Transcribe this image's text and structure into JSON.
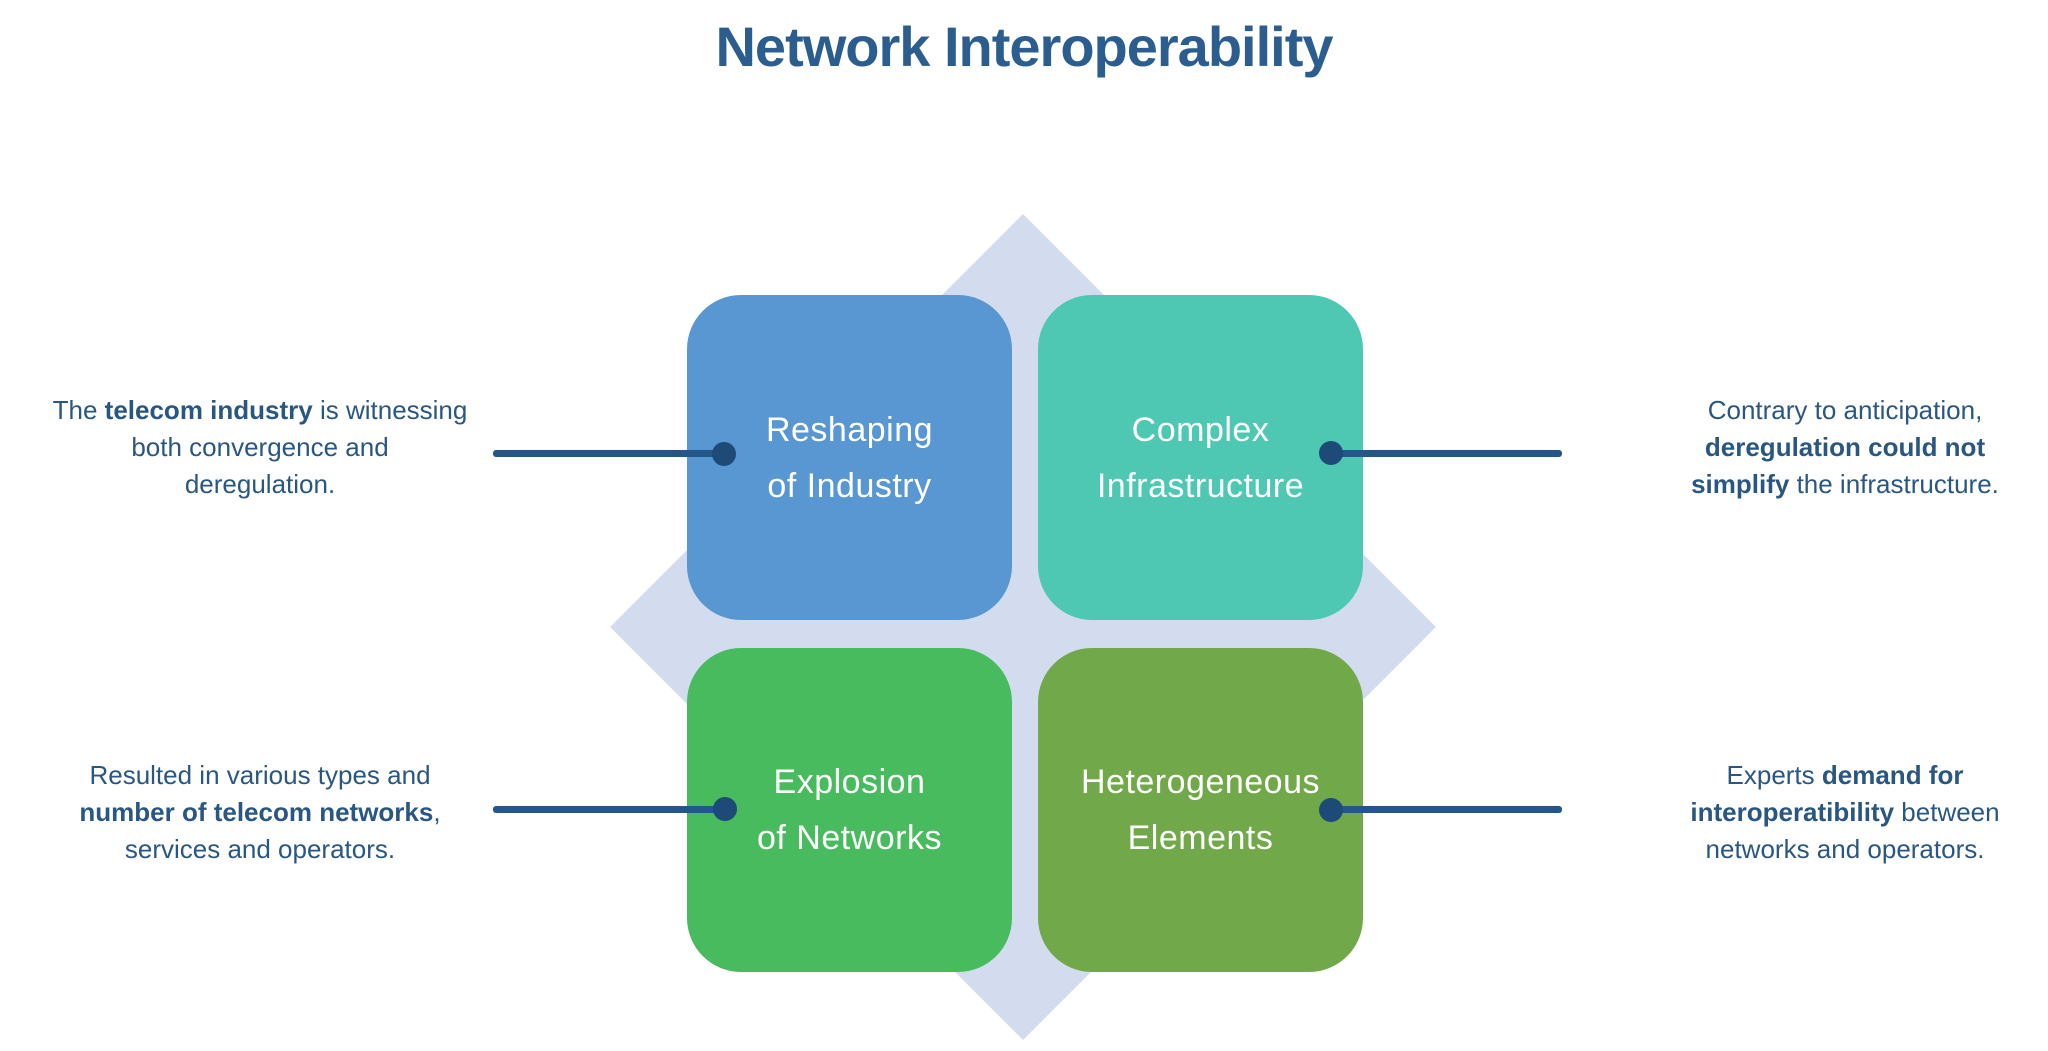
{
  "title": "Network Interoperability",
  "colors": {
    "title_text": "#2c5d8f",
    "note_text": "#2a5782",
    "diamond": "#d3dcee",
    "connector_line": "#24568a",
    "connector_dot": "#1d4a77",
    "box_blue": "#5997d3",
    "box_teal": "#4ec7b3",
    "box_green": "#47bb5d",
    "box_olive": "#71a94a",
    "box_label_text": "#ffffff"
  },
  "diagram": {
    "boxes": [
      {
        "id": "reshaping-of-industry",
        "position": "top-left",
        "color": "#5997d3",
        "label_lines": [
          "Reshaping",
          "of Industry"
        ]
      },
      {
        "id": "complex-infrastructure",
        "position": "top-right",
        "color": "#4ec7b3",
        "label_lines": [
          "Complex",
          "Infrastructure"
        ]
      },
      {
        "id": "explosion-of-networks",
        "position": "bottom-left",
        "color": "#47bb5d",
        "label_lines": [
          "Explosion",
          "of Networks"
        ]
      },
      {
        "id": "heterogeneous-elements",
        "position": "bottom-right",
        "color": "#71a94a",
        "label_lines": [
          "Heterogeneous",
          "Elements"
        ]
      }
    ]
  },
  "annotations": [
    {
      "id": "top-left",
      "lines": [
        [
          {
            "text": "The "
          },
          {
            "text": "telecom industry",
            "bold": true
          },
          {
            "text": " is witnessing"
          }
        ],
        [
          {
            "text": "both convergence and"
          }
        ],
        [
          {
            "text": "deregulation."
          }
        ]
      ]
    },
    {
      "id": "top-right",
      "lines": [
        [
          {
            "text": "Contrary to anticipation,"
          }
        ],
        [
          {
            "text": "deregulation could not",
            "bold": true
          }
        ],
        [
          {
            "text": "simplify",
            "bold": true
          },
          {
            "text": " the infrastructure."
          }
        ]
      ]
    },
    {
      "id": "bottom-left",
      "lines": [
        [
          {
            "text": "Resulted in various types and"
          }
        ],
        [
          {
            "text": "number of telecom networks",
            "bold": true
          },
          {
            "text": ","
          }
        ],
        [
          {
            "text": "services and operators."
          }
        ]
      ]
    },
    {
      "id": "bottom-right",
      "lines": [
        [
          {
            "text": "Experts "
          },
          {
            "text": "demand for",
            "bold": true
          }
        ],
        [
          {
            "text": "interoperatibility",
            "bold": true
          },
          {
            "text": " between"
          }
        ],
        [
          {
            "text": "networks and operators."
          }
        ]
      ]
    }
  ]
}
